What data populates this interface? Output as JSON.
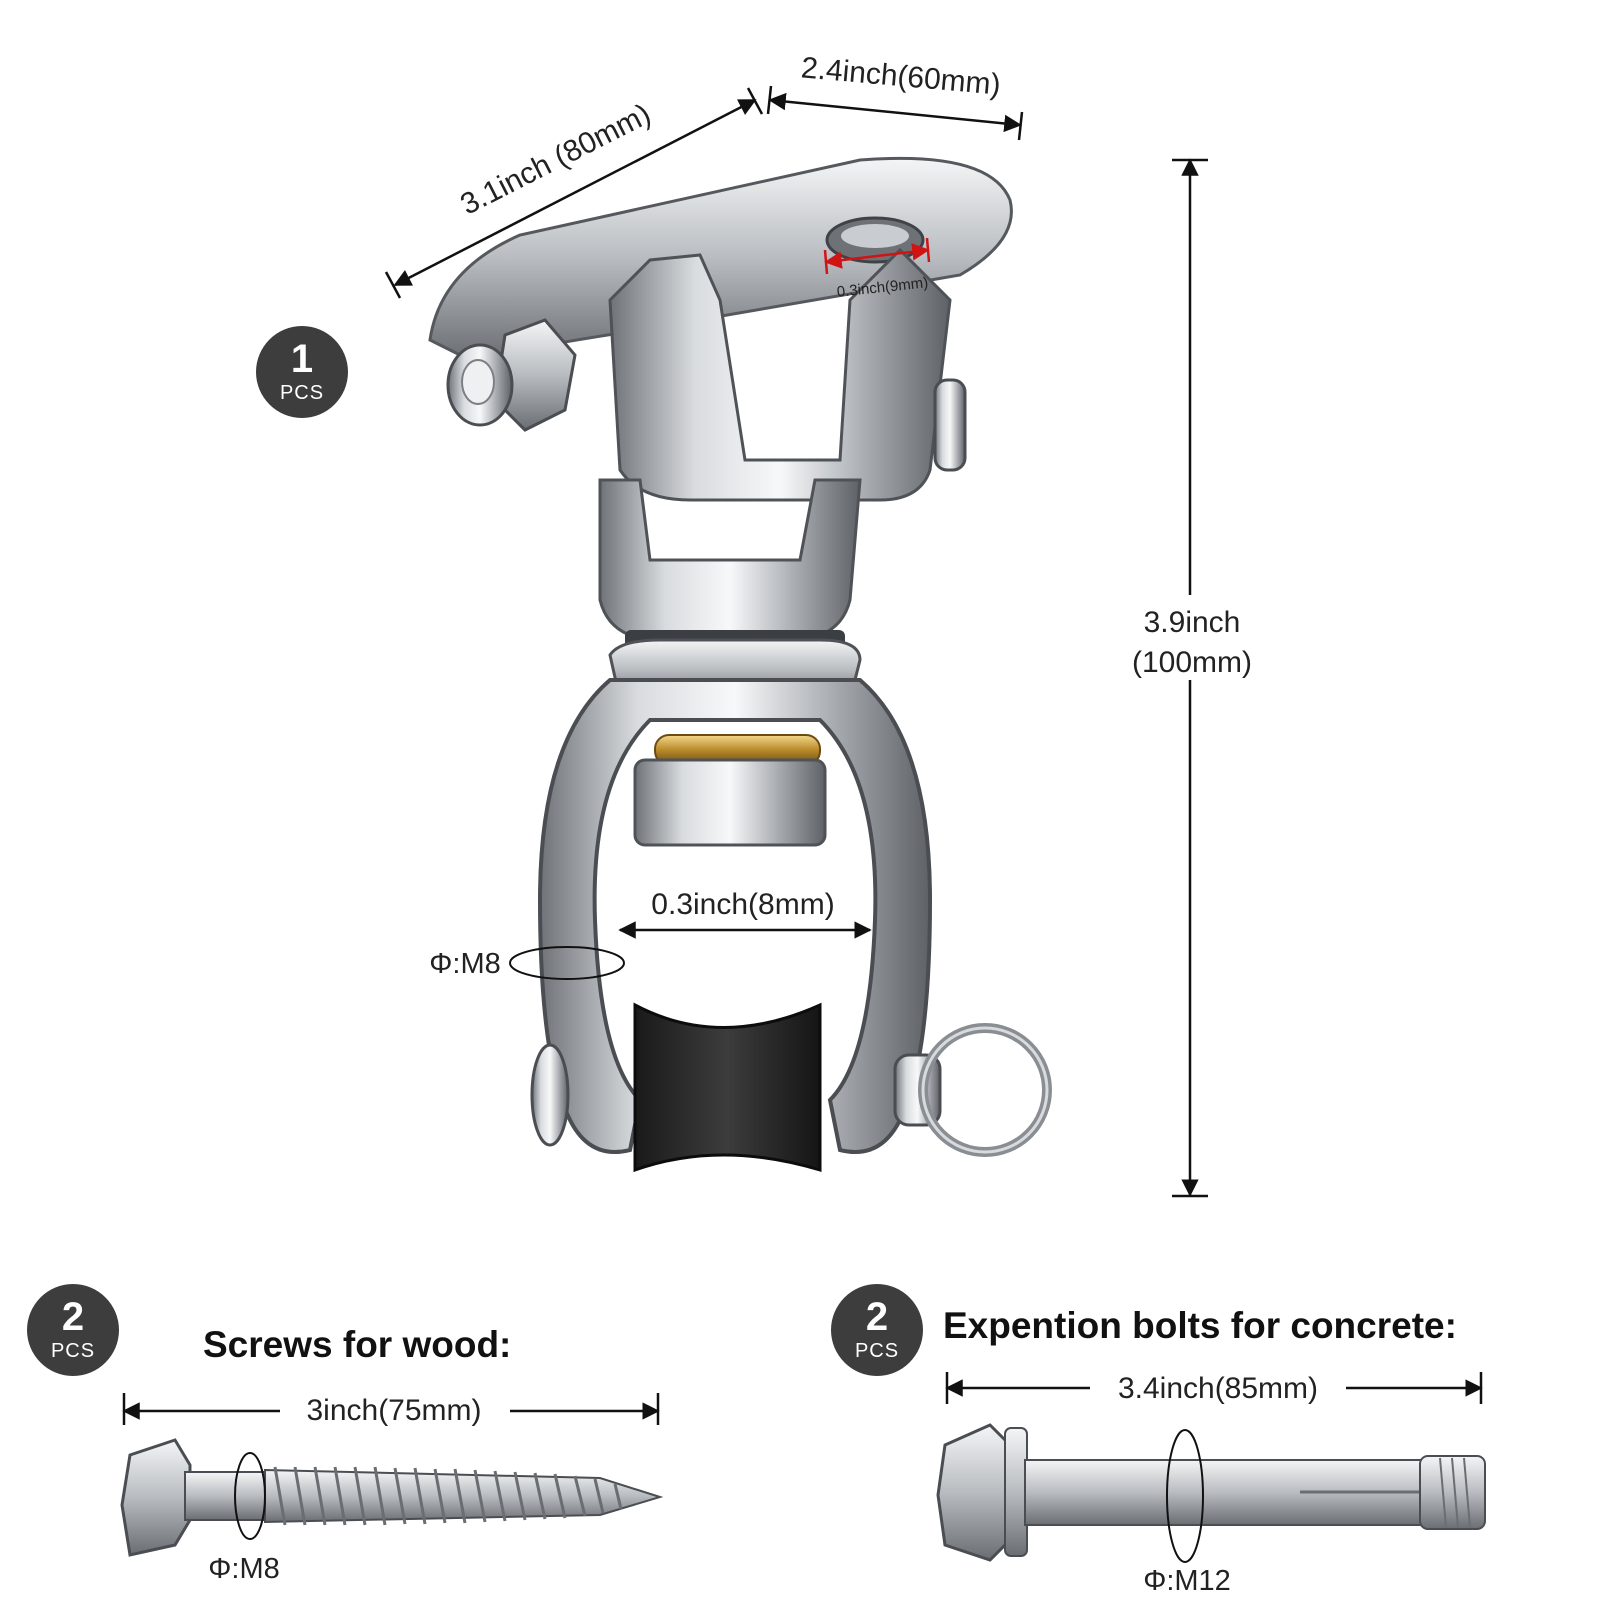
{
  "hook": {
    "badge": {
      "count": "1",
      "unit": "PCS"
    },
    "dimensions": {
      "plate_length": "3.1inch (80mm)",
      "plate_width": "2.4inch(60mm)",
      "hole_diameter": "0.3inch(9mm)",
      "height_value": "3.9inch",
      "height_metric": "(100mm)",
      "shackle_opening": "0.3inch(8mm)",
      "shackle_thread": "Φ:M8"
    }
  },
  "wood_screws": {
    "badge": {
      "count": "2",
      "unit": "PCS"
    },
    "heading": "Screws for wood:",
    "length": "3inch(75mm)",
    "thread": "Φ:M8"
  },
  "expansion_bolts": {
    "badge": {
      "count": "2",
      "unit": "PCS"
    },
    "heading": "Expention bolts for concrete:",
    "length": "3.4inch(85mm)",
    "thread": "Φ:M12"
  }
}
